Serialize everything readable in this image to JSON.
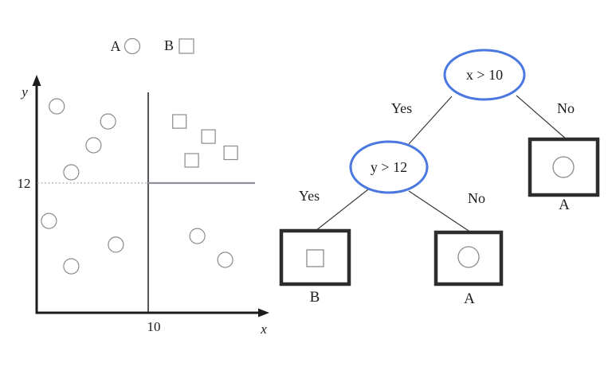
{
  "figure": {
    "legend": {
      "class_a_label": "A",
      "class_b_label": "B"
    },
    "scatter": {
      "x_axis_label": "x",
      "y_axis_label": "y",
      "x_tick_label": "10",
      "y_tick_label": "12"
    },
    "tree": {
      "root": {
        "label": "x > 10",
        "yes": "Yes",
        "no": "No"
      },
      "inner": {
        "label": "y > 12",
        "yes": "Yes",
        "no": "No"
      },
      "leaf_yes_yes": {
        "label": "B",
        "symbol": "square-icon"
      },
      "leaf_yes_no": {
        "label": "A",
        "symbol": "circle-icon"
      },
      "leaf_no": {
        "label": "A",
        "symbol": "circle-icon"
      }
    },
    "colors": {
      "node_stroke": "#4b78e0",
      "leaf_border": "#2d2d2d",
      "marker_stroke": "#8a8a8a",
      "edge": "#3a3a3a",
      "split_solid": "#90909a",
      "split_dotted": "#bcbcbc"
    }
  },
  "chart_data": {
    "type": "scatter",
    "title": "",
    "xlabel": "x",
    "ylabel": "y",
    "x_ticks": [
      10
    ],
    "y_ticks": [
      12
    ],
    "xlim": [
      0,
      20.5
    ],
    "ylim": [
      0,
      21.5
    ],
    "grid": false,
    "legend_position": "top",
    "split_lines": {
      "vertical_x": 10,
      "horizontal_y": 12
    },
    "series": [
      {
        "name": "A",
        "marker": "circle",
        "points": [
          [
            1.8,
            19.1
          ],
          [
            6.4,
            17.7
          ],
          [
            5.1,
            15.5
          ],
          [
            3.1,
            13.0
          ],
          [
            1.1,
            8.5
          ],
          [
            7.1,
            6.3
          ],
          [
            3.1,
            4.3
          ],
          [
            14.4,
            7.1
          ],
          [
            16.9,
            4.9
          ]
        ]
      },
      {
        "name": "B",
        "marker": "square",
        "points": [
          [
            12.8,
            17.7
          ],
          [
            15.4,
            16.3
          ],
          [
            17.4,
            14.8
          ],
          [
            13.9,
            14.1
          ]
        ]
      }
    ]
  }
}
